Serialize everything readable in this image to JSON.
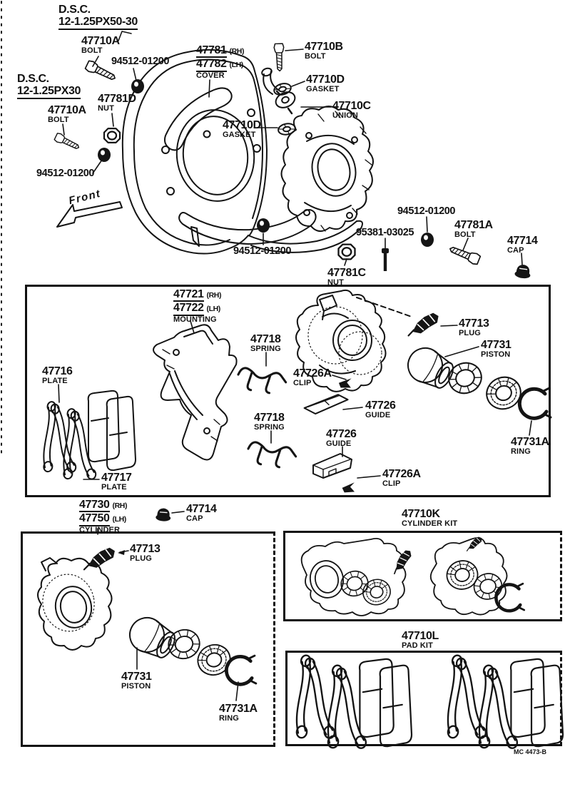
{
  "meta": {
    "footer_code": "MC 4473-B",
    "front_label": "Front"
  },
  "top": {
    "dsc_upper": {
      "line1": "D.S.C.",
      "line2": "12-1.25PX50-30"
    },
    "dsc_lower": {
      "line1": "D.S.C.",
      "line2": "12-1.25PX30"
    },
    "bolt_upper": {
      "no": "47710A",
      "name": "BOLT"
    },
    "bolt_lower": {
      "no": "47710A",
      "name": "BOLT"
    },
    "washer_upper": {
      "no": "94512-01200"
    },
    "washer_left": {
      "no": "94512-01200"
    },
    "washer_center": {
      "no": "94512-01200"
    },
    "washer_right": {
      "no": "94512-01200"
    },
    "cover": {
      "no_rh": "47781",
      "side_rh": "(RH)",
      "no_lh": "47782",
      "side_lh": "(LH)",
      "name": "COVER"
    },
    "bolt_b": {
      "no": "47710B",
      "name": "BOLT"
    },
    "gasket_upper": {
      "no": "47710D",
      "name": "GASKET"
    },
    "gasket_lower": {
      "no": "47710D",
      "name": "GASKET"
    },
    "union": {
      "no": "47710C",
      "name": "UNION"
    },
    "nut_d": {
      "no": "47781D",
      "name": "NUT"
    },
    "nut_c": {
      "no": "47781C",
      "name": "NUT"
    },
    "screw": {
      "no": "95381-03025"
    },
    "bolt_a": {
      "no": "47781A",
      "name": "BOLT"
    },
    "cap": {
      "no": "47714",
      "name": "CAP"
    }
  },
  "caliper_box": {
    "mounting": {
      "no_rh": "47721",
      "side_rh": "(RH)",
      "no_lh": "47722",
      "side_lh": "(LH)",
      "name": "MOUNTING"
    },
    "spring_upper": {
      "no": "47718",
      "name": "SPRING"
    },
    "spring_lower": {
      "no": "47718",
      "name": "SPRING"
    },
    "clip_upper": {
      "no": "47726A",
      "name": "CLIP"
    },
    "clip_lower": {
      "no": "47726A",
      "name": "CLIP"
    },
    "plug": {
      "no": "47713",
      "name": "PLUG"
    },
    "piston": {
      "no": "47731",
      "name": "PISTON"
    },
    "plate_inner": {
      "no": "47716",
      "name": "PLATE"
    },
    "plate_outer": {
      "no": "47717",
      "name": "PLATE"
    },
    "guide_upper": {
      "no": "47726",
      "name": "GUIDE"
    },
    "guide_lower": {
      "no": "47726",
      "name": "GUIDE"
    },
    "ring": {
      "no": "47731A",
      "name": "RING"
    }
  },
  "cylinder_box": {
    "cylinder": {
      "no_rh": "47730",
      "side_rh": "(RH)",
      "no_lh": "47750",
      "side_lh": "(LH)",
      "name": "CYLINDER"
    },
    "cap": {
      "no": "47714",
      "name": "CAP"
    },
    "plug": {
      "no": "47713",
      "name": "PLUG"
    },
    "piston": {
      "no": "47731",
      "name": "PISTON"
    },
    "ring": {
      "no": "47731A",
      "name": "RING"
    }
  },
  "kits": {
    "cylinder_kit": {
      "no": "47710K",
      "name": "CYLINDER KIT"
    },
    "pad_kit": {
      "no": "47710L",
      "name": "PAD KIT"
    }
  }
}
